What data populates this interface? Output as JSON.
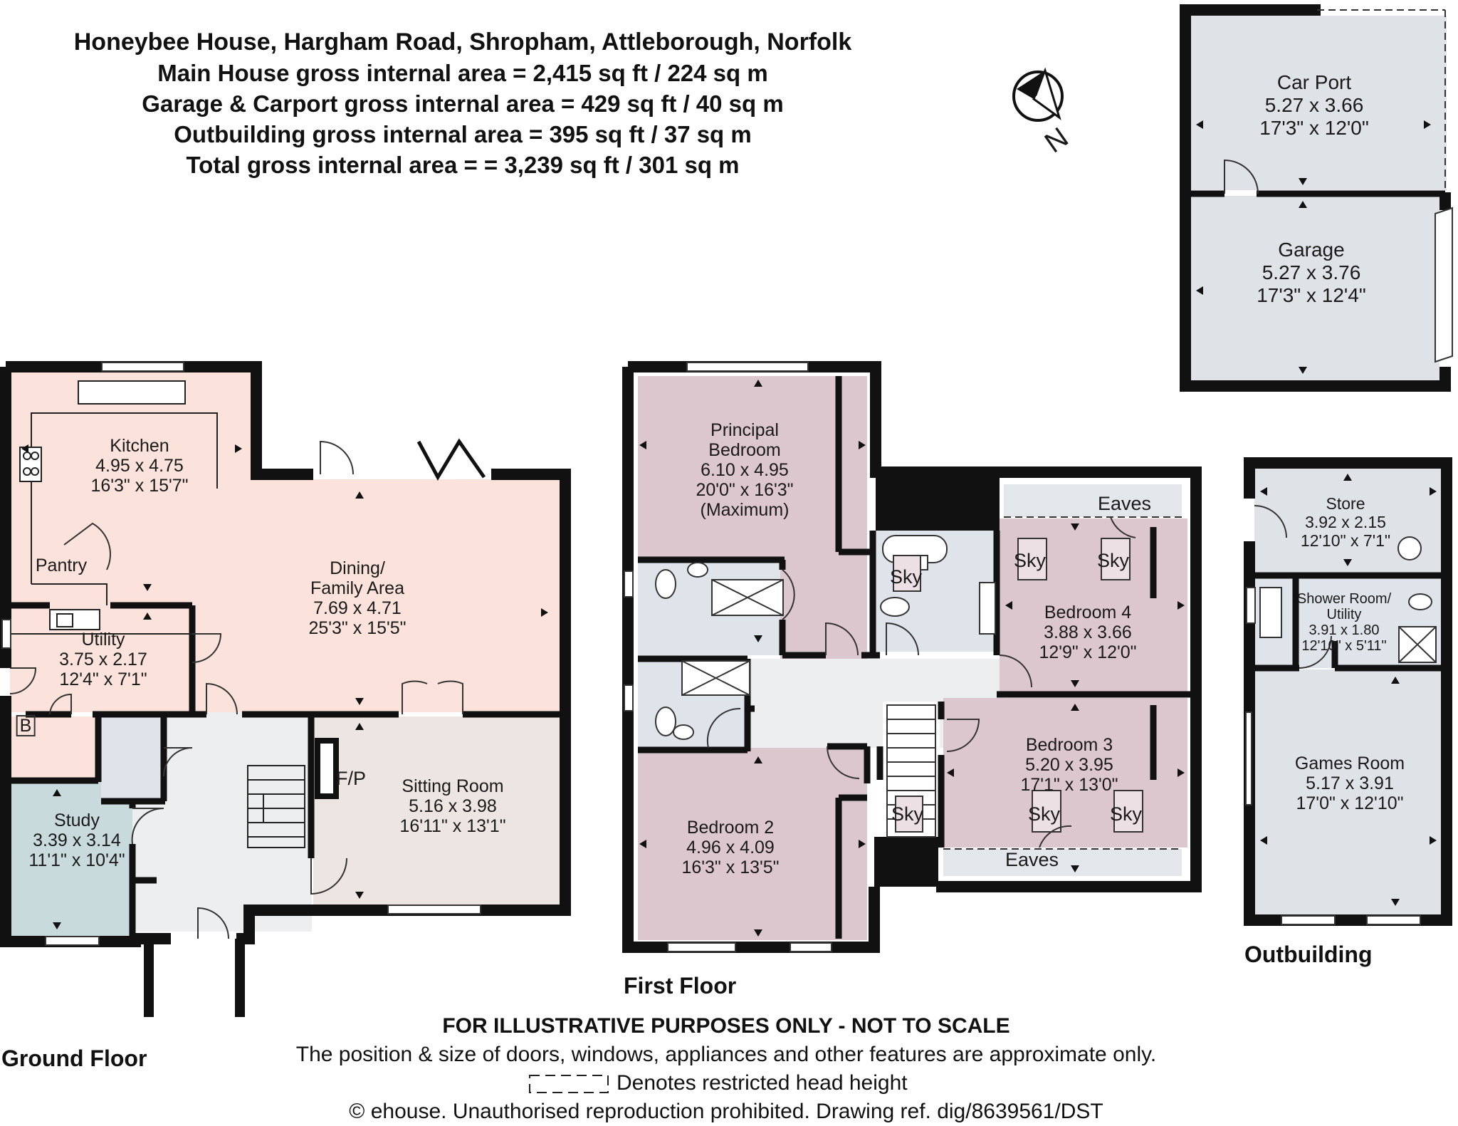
{
  "header": {
    "address": "Honeybee House, Hargham Road, Shropham, Attleborough, Norfolk",
    "main_area": "Main House gross internal area = 2,415 sq ft / 224 sq m",
    "garage_area": "Garage & Carport gross internal area = 429 sq ft / 40 sq m",
    "outbuilding_area": "Outbuilding gross internal area = 395 sq ft / 37 sq m",
    "total_area": "Total gross internal area = = 3,239 sq ft / 301 sq m"
  },
  "compass": {
    "label": "N"
  },
  "floors": {
    "ground": "Ground Floor",
    "first": "First Floor",
    "outbuilding": "Outbuilding"
  },
  "rooms": {
    "kitchen": {
      "name": "Kitchen",
      "metric": "4.95 x 4.75",
      "imperial": "16'3\" x 15'7\""
    },
    "pantry": {
      "name": "Pantry"
    },
    "dining": {
      "name1": "Dining/",
      "name2": "Family Area",
      "metric": "7.69 x 4.71",
      "imperial": "25'3\" x 15'5\""
    },
    "utility": {
      "name": "Utility",
      "metric": "3.75 x 2.17",
      "imperial": "12'4\" x 7'1\""
    },
    "boiler": {
      "name": "B"
    },
    "study": {
      "name": "Study",
      "metric": "3.39 x 3.14",
      "imperial": "11'1\" x 10'4\""
    },
    "fireplace": {
      "name": "F/P"
    },
    "sitting": {
      "name": "Sitting Room",
      "metric": "5.16 x 3.98",
      "imperial": "16'11\" x 13'1\""
    },
    "principal": {
      "name1": "Principal",
      "name2": "Bedroom",
      "metric": "6.10 x 4.95",
      "imperial": "20'0\" x 16'3\"",
      "note": "(Maximum)"
    },
    "bedroom2": {
      "name": "Bedroom 2",
      "metric": "4.96 x 4.09",
      "imperial": "16'3\" x 13'5\""
    },
    "bedroom3": {
      "name": "Bedroom 3",
      "metric": "5.20 x 3.95",
      "imperial": "17'1\" x 13'0\""
    },
    "bedroom4": {
      "name": "Bedroom 4",
      "metric": "3.88 x 3.66",
      "imperial": "12'9\" x 12'0\""
    },
    "eaves_top": {
      "name": "Eaves"
    },
    "eaves_bottom": {
      "name": "Eaves"
    },
    "sky": {
      "name": "Sky"
    },
    "carport": {
      "name": "Car Port",
      "metric": "5.27 x 3.66",
      "imperial": "17'3\" x 12'0\""
    },
    "garage": {
      "name": "Garage",
      "metric": "5.27 x 3.76",
      "imperial": "17'3\" x 12'4\""
    },
    "store": {
      "name": "Store",
      "metric": "3.92 x 2.15",
      "imperial": "12'10\" x 7'1\""
    },
    "shower": {
      "name1": "Shower Room/",
      "name2": "Utility",
      "metric": "3.91 x 1.80",
      "imperial": "12'10\" x 5'11\""
    },
    "games": {
      "name": "Games Room",
      "metric": "5.17 x 3.91",
      "imperial": "17'0\" x 12'10\""
    }
  },
  "footer": {
    "disclaimer": "FOR ILLUSTRATIVE PURPOSES ONLY - NOT TO SCALE",
    "approx": "The position & size of doors, windows, appliances and other features are approximate only.",
    "restricted": "Denotes restricted head height",
    "copyright": "© ehouse. Unauthorised reproduction prohibited. Drawing ref. dig/8639561/DST"
  },
  "colors": {
    "wall": "#111111",
    "kitchen_fill": "#fbe3dc",
    "utility_fill": "#fbe3dc",
    "study_fill": "#c9dadd",
    "hall_fill": "#eceef0",
    "sitting_fill": "#ece5e1",
    "bedroom_fill": "#dcc7cf",
    "bath_fill": "#dfe3ea",
    "landing_fill": "#eceef0",
    "garage_fill": "#dfe2e6",
    "eaves_fill": "#e3e6ea"
  }
}
